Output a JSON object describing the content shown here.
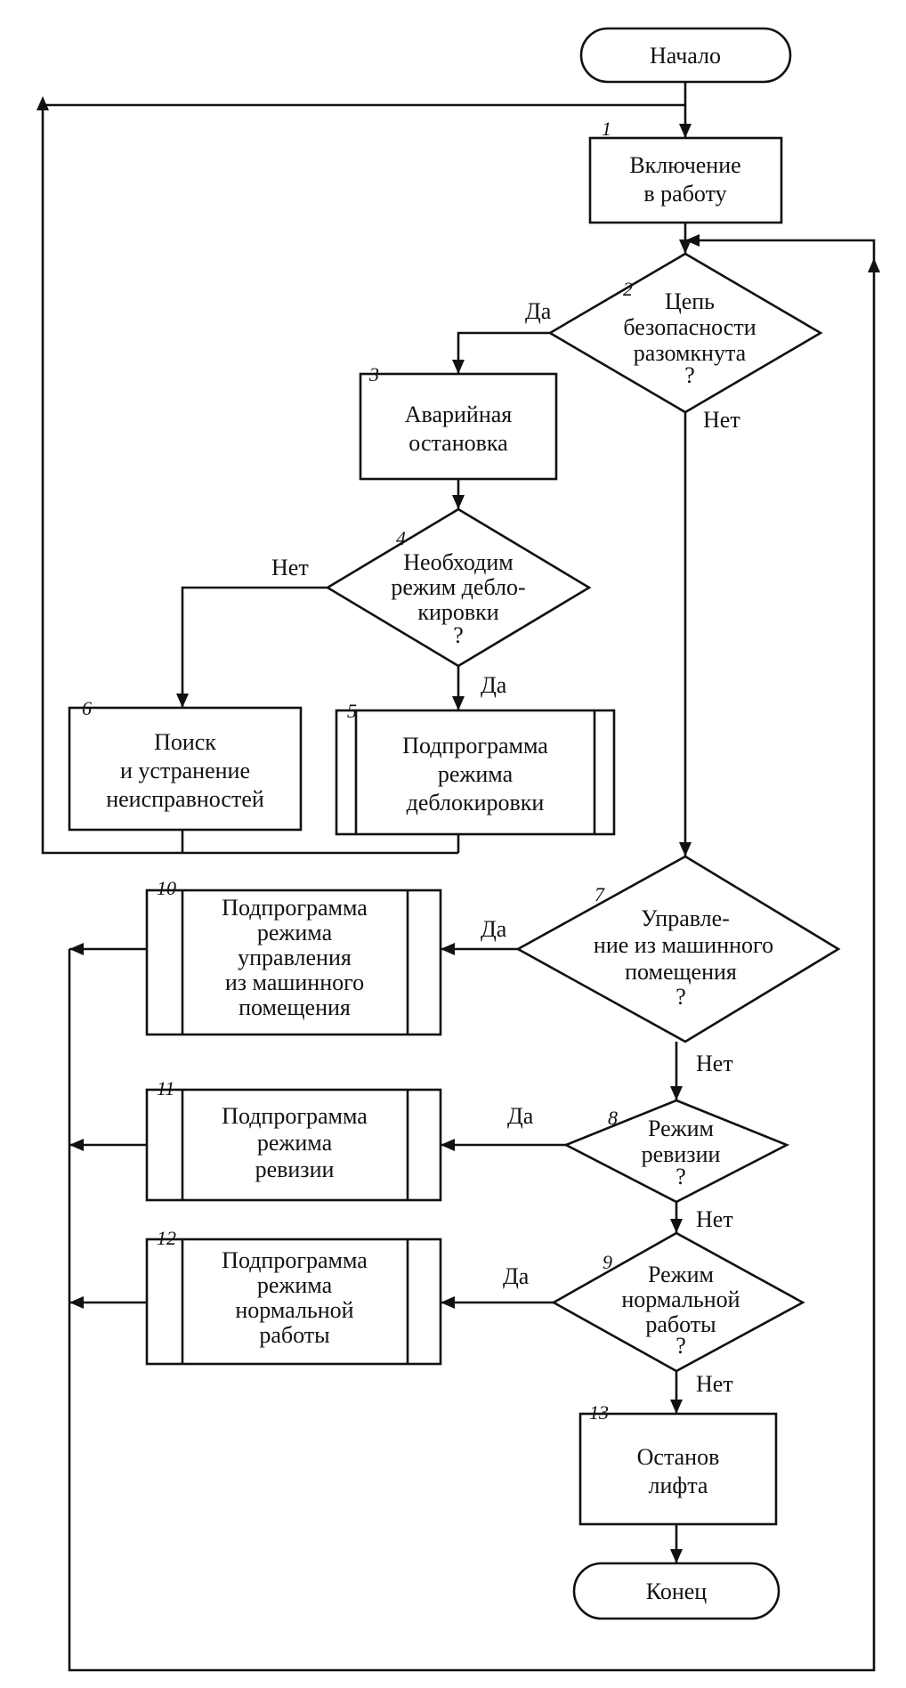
{
  "start": "Начало",
  "end": "Конец",
  "labels": {
    "yes": "Да",
    "no": "Нет",
    "question": "?"
  },
  "blocks": {
    "b1": {
      "num": "1",
      "lines": [
        "Включение",
        "в работу"
      ]
    },
    "b2": {
      "num": "2",
      "lines": [
        "Цепь",
        "безопасности",
        "разомкнута"
      ]
    },
    "b3": {
      "num": "3",
      "lines": [
        "Аварийная",
        "остановка"
      ]
    },
    "b4": {
      "num": "4",
      "lines": [
        "Необходим",
        "режим дебло-",
        "кировки"
      ]
    },
    "b5": {
      "num": "5",
      "lines": [
        "Подпрограмма",
        "режима",
        "деблокировки"
      ]
    },
    "b6": {
      "num": "6",
      "lines": [
        "Поиск",
        "и устранение",
        "неисправностей"
      ]
    },
    "b7": {
      "num": "7",
      "lines": [
        "Управле-",
        "ние из машинного",
        "помещения"
      ]
    },
    "b8": {
      "num": "8",
      "lines": [
        "Режим",
        "ревизии"
      ]
    },
    "b9": {
      "num": "9",
      "lines": [
        "Режим",
        "нормальной",
        "работы"
      ]
    },
    "b10": {
      "num": "10",
      "lines": [
        "Подпрограмма",
        "режима",
        "управления",
        "из машинного",
        "помещения"
      ]
    },
    "b11": {
      "num": "11",
      "lines": [
        "Подпрограмма",
        "режима",
        "ревизии"
      ]
    },
    "b12": {
      "num": "12",
      "lines": [
        "Подпрограмма",
        "режима",
        "нормальной",
        "работы"
      ]
    },
    "b13": {
      "num": "13",
      "lines": [
        "Останов",
        "лифта"
      ]
    }
  }
}
